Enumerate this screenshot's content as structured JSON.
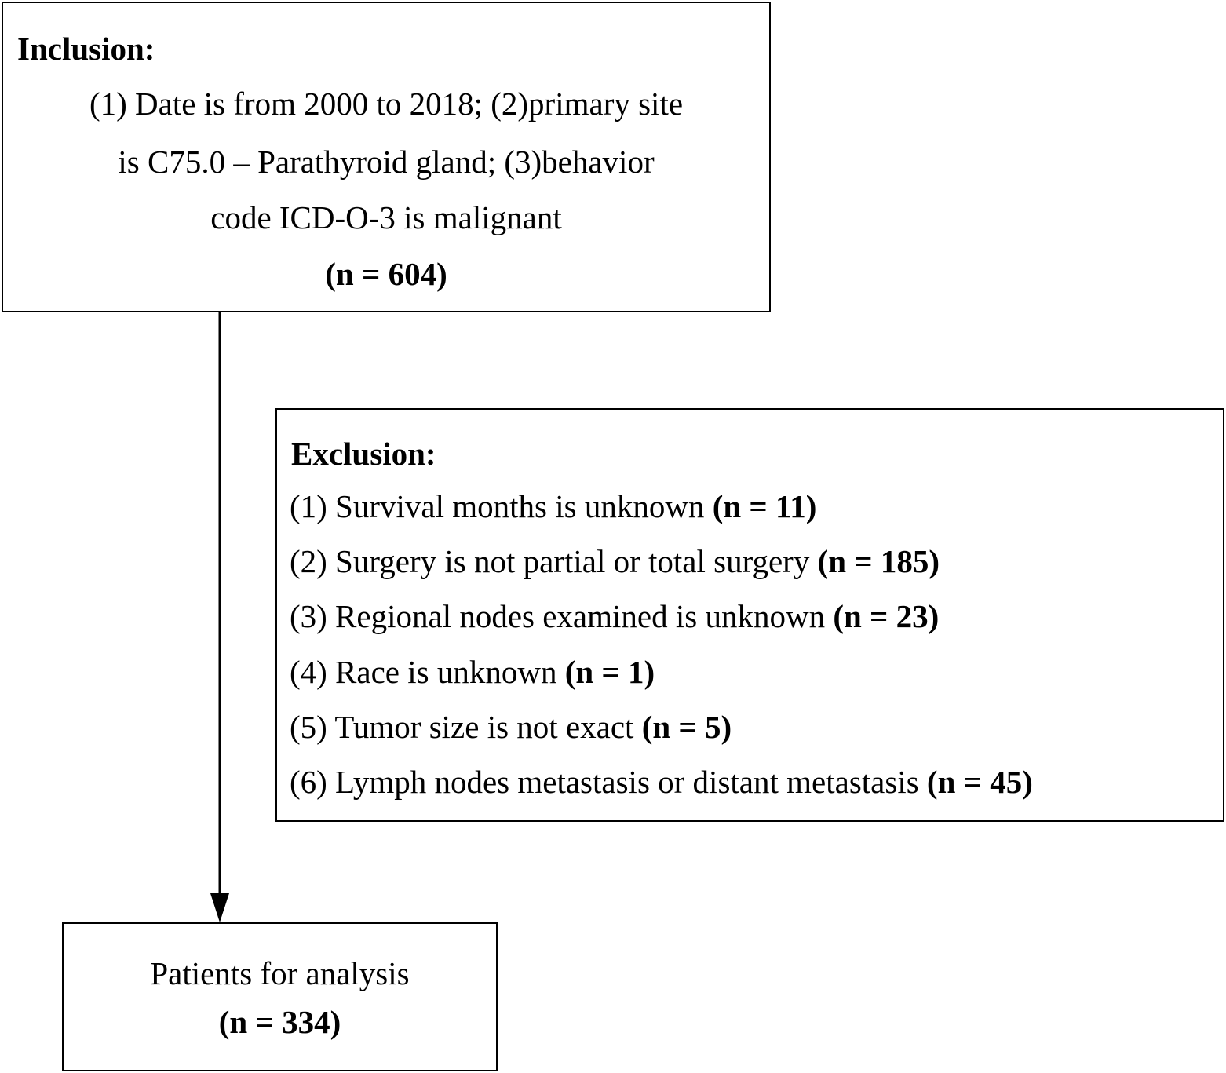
{
  "inclusion": {
    "heading": "Inclusion:",
    "lines": [
      "(1) Date is from 2000 to 2018; (2)primary site",
      "is C75.0 – Parathyroid gland; (3)behavior",
      "code ICD-O-3 is malignant"
    ],
    "count": "(n = 604)"
  },
  "exclusion": {
    "heading": "Exclusion:",
    "items": [
      {
        "text": "(1) Survival months is unknown ",
        "count": "(n = 11)"
      },
      {
        "text": "(2) Surgery is not partial or total surgery ",
        "count": "(n = 185)"
      },
      {
        "text": "(3) Regional nodes examined is unknown ",
        "count": "(n = 23)"
      },
      {
        "text": "(4) Race is unknown ",
        "count": "(n = 1)"
      },
      {
        "text": "(5) Tumor size is not exact ",
        "count": "(n = 5)"
      },
      {
        "text": "(6) Lymph nodes metastasis or distant metastasis ",
        "count": "(n = 45)"
      }
    ]
  },
  "result": {
    "label": "Patients for analysis",
    "count": "(n = 334)"
  }
}
